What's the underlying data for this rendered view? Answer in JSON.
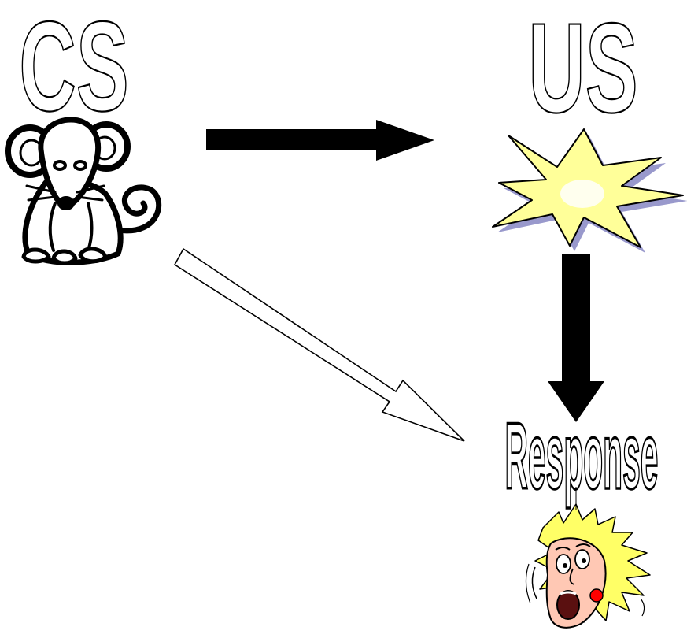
{
  "labels": {
    "cs": "CS",
    "us": "US",
    "response": "Response"
  },
  "icons": {
    "cs_picture": "mouse-icon",
    "us_picture": "explosion-icon",
    "response_picture": "startled-face-icon"
  },
  "colors": {
    "outline": "#000000",
    "background": "#ffffff",
    "burst_fill": "#ffff99",
    "burst_shadow": "#9999cc",
    "hair": "#ffff66",
    "skin": "#ffc8b4",
    "earring": "#ff0000"
  }
}
